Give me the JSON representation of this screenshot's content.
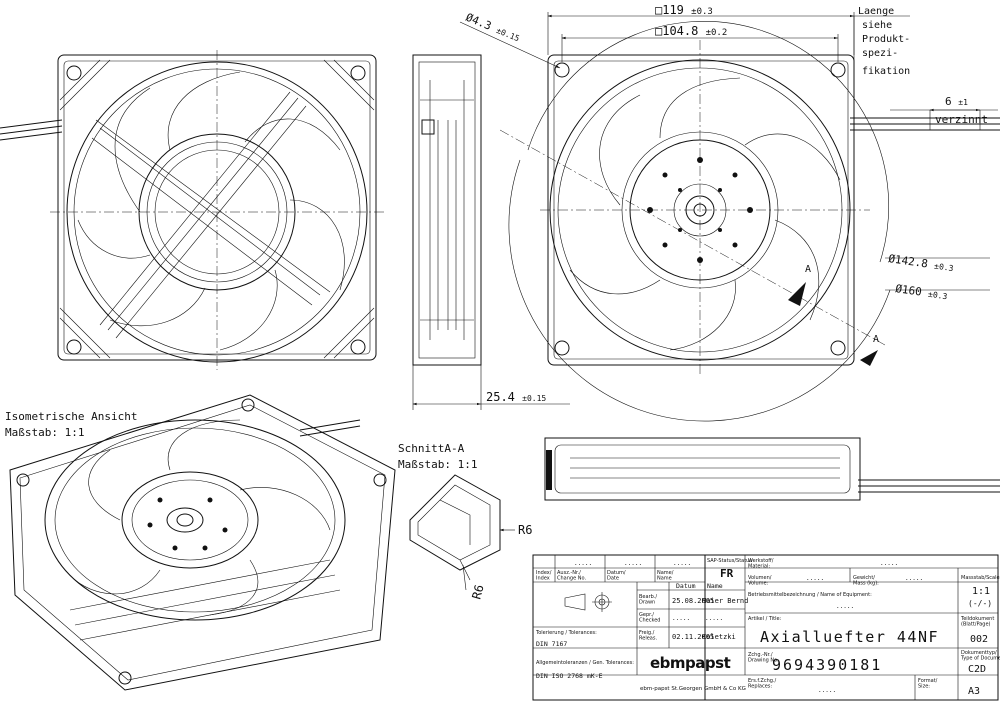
{
  "dimensions": {
    "size_119": "119",
    "tol_119": "±0.3",
    "size_104": "104.8",
    "tol_104": "±0.2",
    "hole_dia": "4.3",
    "tol_hole": "±0.15",
    "lead_length_note": [
      "Laenge",
      "siehe",
      "Produkt-",
      "spezi-",
      "fikation"
    ],
    "strip_length": "6",
    "tol_strip": "±1",
    "strip_note": "verzinnt",
    "dia_142": "142.8",
    "tol_142": "±0.3",
    "dia_160": "160",
    "tol_160": "±0.3",
    "depth": "25.4",
    "tol_depth": "±0.15",
    "section_mark": "A",
    "radius": "R6"
  },
  "views": {
    "iso_title": "Isometrische Ansicht",
    "iso_scale": "Maßstab:  1:1",
    "section_title": "SchnittA-A",
    "section_scale": "Maßstab:  1:1"
  },
  "title_block": {
    "index_label": "Index/\nIndex",
    "change_no_label": "Ausz.-Nr./\nChange No.",
    "date_label": "Datum/\nDate",
    "name_label": "Name/\nName",
    "dots": ".....",
    "sap_label": "SAP-Status/Status",
    "sap_status": "FR",
    "material_label": "Werkstoff/\nMaterial:",
    "volume_label": "Volumen/\nVolume:",
    "weight_label": "Gewicht/\nMass (kg):",
    "scale_label": "Massstab/Scale",
    "scale": "1:1",
    "scale_sub": "(-/-)",
    "datum_header": "Datum",
    "name_header": "Name",
    "drawn_label": "Bearb./\nDrawn",
    "drawn_date": "25.08.2005",
    "drawn_name": "Maier Bernd",
    "checked_label": "Gepr./\nChecked",
    "release_label": "Freig./\nReleas.",
    "release_date": "02.11.2005",
    "release_name": "Koletzki",
    "equipment_label": "Betriebsmittelbezeichnung / Name of Equipment:",
    "tolerance_label": "Tolerierung / Tolerances:",
    "tolerance_std": "DIN 7167",
    "gen_tol_label": "Allgemeintoleranzen / Gen. Tolerances:",
    "gen_tol_std": "DIN ISO 2768 mK-E",
    "article_label": "Artikel / Title:",
    "title": "Axialluefter 44NF",
    "drawing_no_label": "Zchg.-Nr./\nDrawing No:",
    "drawing_no": "9694390181",
    "part_doc_label": "Teildokument\n(Blatt/Page)",
    "part_doc": "002",
    "doc_type_label": "Dokumenttyp/\nType of Document",
    "doc_type": "C2D",
    "brand": "ebmpapst",
    "company": "ebm-papst St.Georgen GmbH & Co KG",
    "replacement_label": "Ers.f.Zchg./\nReplaces:",
    "format_label": "Format/\nSize:",
    "format": "A3"
  }
}
